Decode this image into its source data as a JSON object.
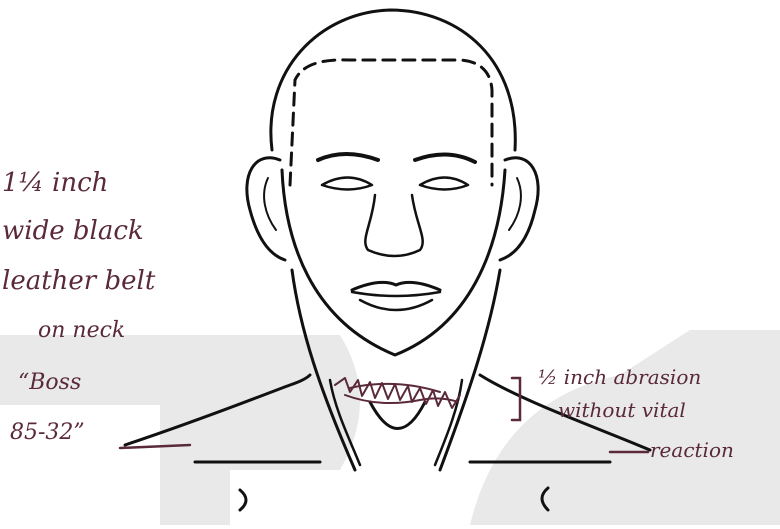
{
  "annotations": {
    "left": {
      "lines": [
        "1¼ inch",
        "wide black",
        "leather belt",
        "on neck",
        "“Boss",
        "85-32”"
      ]
    },
    "right": {
      "lines": [
        "½ inch abrasion",
        "without vital",
        "reaction"
      ]
    }
  },
  "colors": {
    "ink": "#5a2a3a",
    "drawing": "#111111",
    "watermark": "#e9e9e9"
  }
}
